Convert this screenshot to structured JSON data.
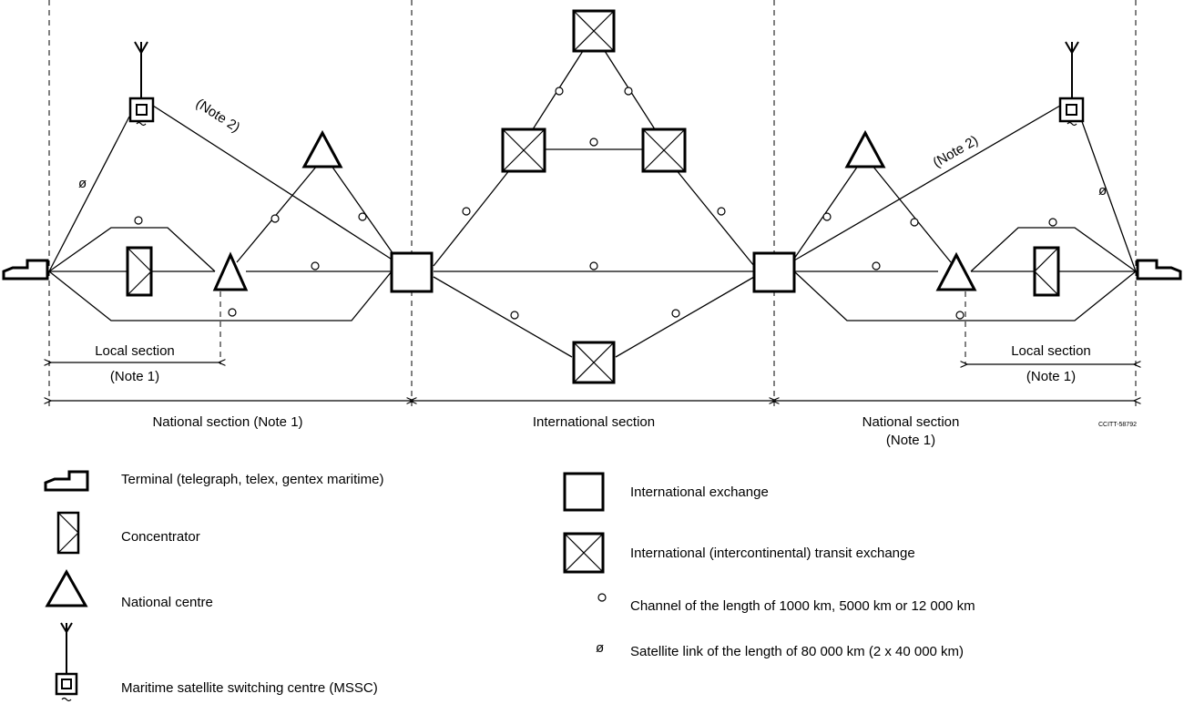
{
  "diagram": {
    "labels": {
      "note2_left": "(Note 2)",
      "note2_right": "(Note 2)",
      "local_section_left": "Local section",
      "local_note_left": "(Note 1)",
      "local_section_right": "Local section",
      "local_note_right": "(Note 1)",
      "national_section_left": "National section (Note 1)",
      "international_section": "International section",
      "national_section_right": "National section",
      "national_note_right": "(Note 1)",
      "figure_ref": "CCITT-58792"
    },
    "symbols": {
      "channel": "o",
      "satellite": "ø"
    }
  },
  "legend": {
    "terminal": "Terminal (telegraph, telex, gentex maritime)",
    "concentrator": "Concentrator",
    "national_centre": "National centre",
    "mssc": "Maritime satellite switching centre (MSSC)",
    "international_exchange": "International exchange",
    "transit_exchange": "International (intercontinental) transit exchange",
    "channel": "Channel of the length of 1000 km, 5000 km or 12 000 km",
    "satellite_link": "Satellite link of the length of 80 000 km (2 x 40 000 km)"
  }
}
